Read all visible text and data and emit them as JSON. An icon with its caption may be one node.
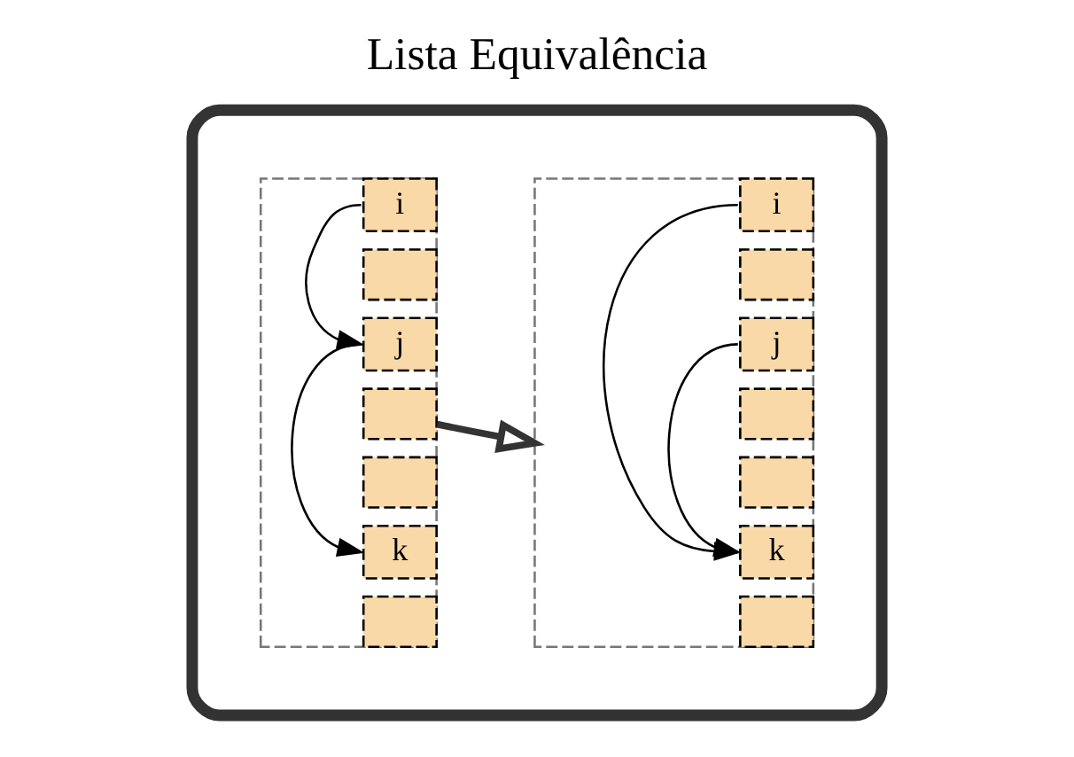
{
  "diagram": {
    "title": "Lista Equivalência",
    "nodes": [
      {
        "text": [],
        "shape": "box"
      },
      {
        "text": [],
        "shape": "bar",
        "in": 0
      },
      {
        "text": [
          "i"
        ],
        "in": 1
      },
      {
        "text": [],
        "shape": "box",
        "in": 1
      },
      {
        "text": [
          "j"
        ],
        "in": 1
      },
      {
        "text": [],
        "shape": "box",
        "in": 1
      },
      {
        "text": [],
        "shape": "box",
        "in": 1
      },
      {
        "text": [
          "k"
        ],
        "in": 1
      },
      {
        "text": [],
        "shape": "box",
        "in": 1
      },
      {
        "text": [],
        "shape": "bar",
        "in": 0
      },
      {
        "text": [
          "i"
        ],
        "in": 9
      },
      {
        "text": [],
        "shape": "box",
        "in": 9
      },
      {
        "text": [
          "j"
        ],
        "in": 9
      },
      {
        "text": [],
        "shape": "box",
        "in": 9
      },
      {
        "text": [],
        "shape": "box",
        "in": 9
      },
      {
        "text": [
          "k"
        ],
        "in": 9
      },
      {
        "text": [],
        "shape": "box",
        "in": 9
      }
    ],
    "edges": [
      {
        "from": 2,
        "to": 4,
        "arrow": "to"
      },
      {
        "from": 4,
        "to": 7,
        "arrow": "to"
      },
      {
        "from": 1,
        "to": 9,
        "arrow": "to",
        "style": "thick"
      },
      {
        "from": 10,
        "to": 15,
        "arrow": "to"
      },
      {
        "from": 12,
        "to": 15,
        "arrow": "to"
      }
    ]
  }
}
